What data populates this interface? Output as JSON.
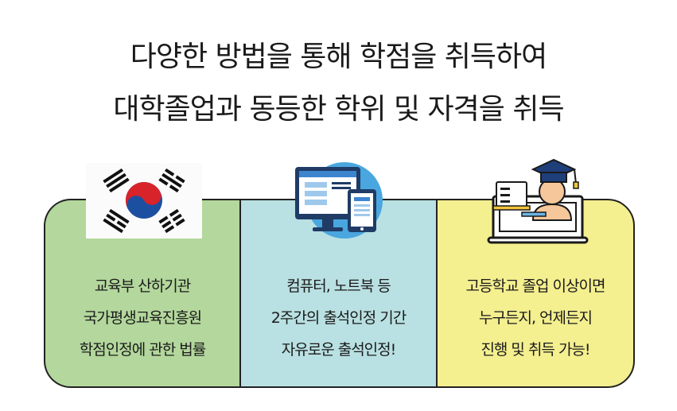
{
  "headline": {
    "line1": "다양한 방법을 통해 학점을 취득하여",
    "line2": "대학졸업과 동등한 학위 및 자격을 취득"
  },
  "cards": [
    {
      "icon": "korean-flag-icon",
      "color": "#b3d79c",
      "lines": [
        "교육부 산하기관",
        "국가평생교육진흥원",
        "학점인정에 관한 법률"
      ]
    },
    {
      "icon": "computer-tablet-icon",
      "color": "#b9e0e2",
      "lines": [
        "컴퓨터, 노트북 등",
        "2주간의 출석인정 기간",
        "자유로운 출석인정!"
      ]
    },
    {
      "icon": "graduate-laptop-icon",
      "color": "#f4ef8f",
      "lines": [
        "고등학교 졸업 이상이면",
        "누구든지, 언제든지",
        "진행 및 취득 가능!"
      ]
    }
  ]
}
